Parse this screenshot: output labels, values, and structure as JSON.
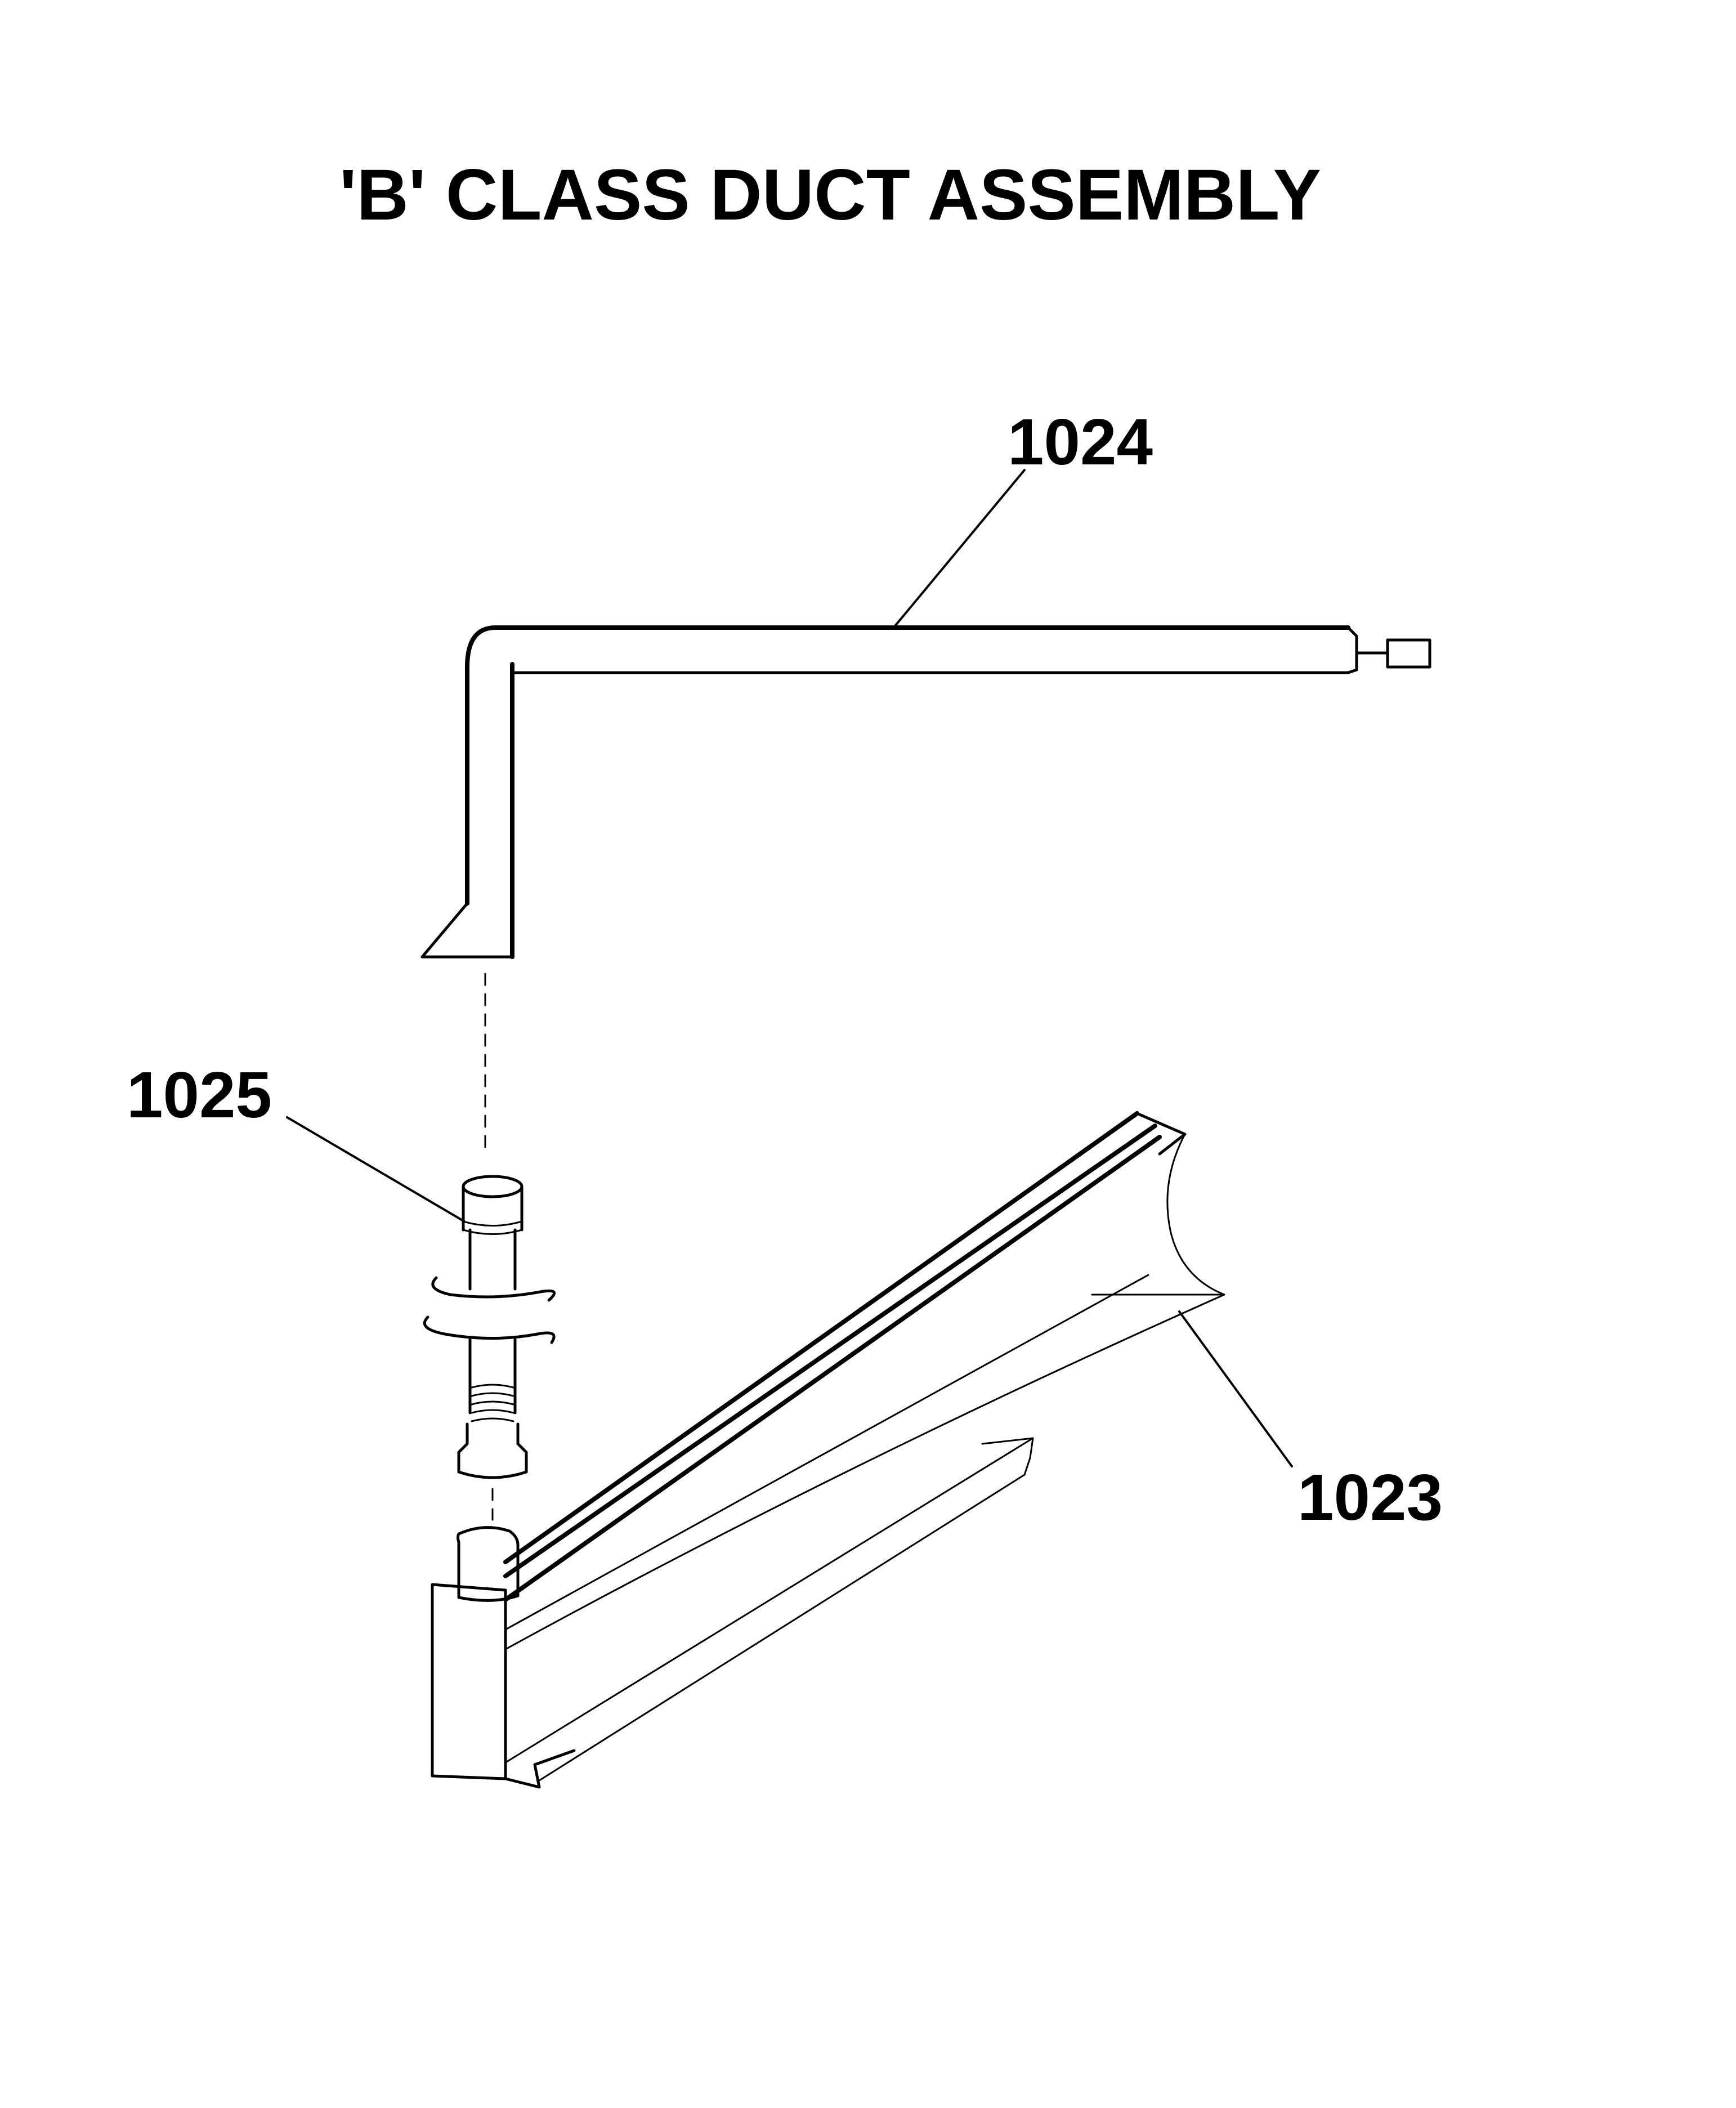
{
  "title": "'B' CLASS DUCT ASSEMBLY",
  "parts": [
    {
      "id": "part-1024",
      "label": "1024"
    },
    {
      "id": "part-1025",
      "label": "1025"
    },
    {
      "id": "part-1023",
      "label": "1023"
    }
  ],
  "colors": {
    "ink": "#000000",
    "paper": "#ffffff"
  }
}
